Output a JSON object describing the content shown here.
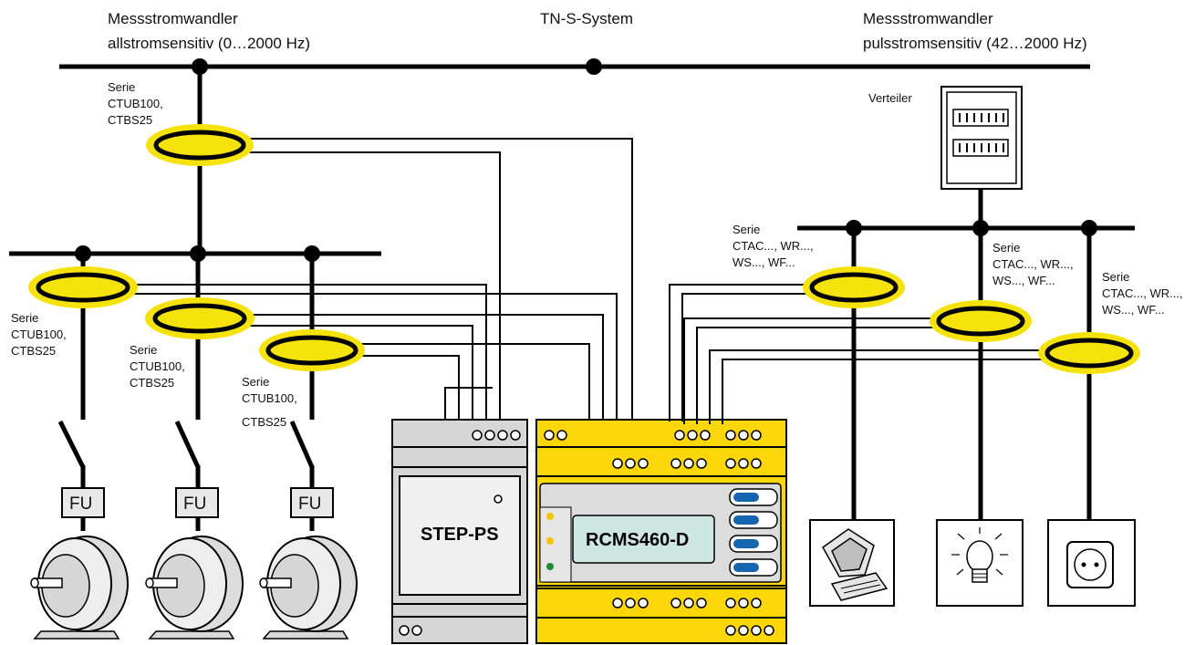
{
  "labels": {
    "top_left_line1": "Messstromwandler",
    "top_left_line2": "allstromsensitiv (0…2000 Hz)",
    "top_center": "TN-S-System",
    "top_right_line1": "Messstromwandler",
    "top_right_line2": "pulsstromsensitiv (42…2000 Hz)",
    "verteiler": "Verteiler"
  },
  "ct_labels_ac_dc": {
    "serie": "Serie",
    "line2": "CTUB100,",
    "line3": "CTBS25"
  },
  "ct_labels_pulse": {
    "serie": "Serie",
    "line2": "CTAC..., WR...,",
    "line3": "WS..., WF..."
  },
  "devices": {
    "step_ps": "STEP-PS",
    "rcms": "RCMS460-D",
    "fu": "FU"
  },
  "colors": {
    "ct_glow": "#f5e20a",
    "device_yellow": "#fbd70a",
    "device_gray": "#d6d6d6",
    "display_green": "#cfe7e3",
    "led_blue": "#1565b0",
    "led_yellow": "#f5c400",
    "led_green": "#1d8a3a"
  },
  "icons": [
    "motor-icon",
    "computer-icon",
    "light-bulb-icon",
    "socket-icon",
    "switch-icon",
    "current-transformer-icon"
  ]
}
